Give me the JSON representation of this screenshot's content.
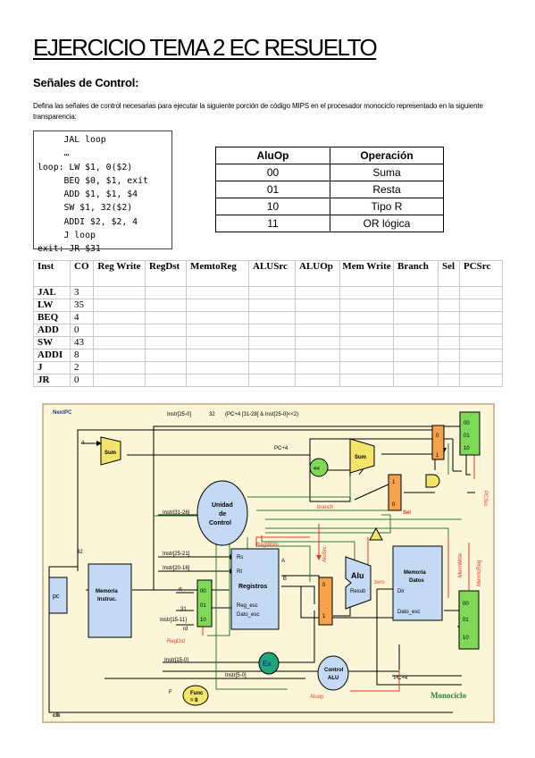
{
  "title": "EJERCICIO TEMA 2 EC RESUELTO",
  "subtitle": "Señales de Control:",
  "paragraph": "Defina las señales de control necesarias para ejecutar la siguiente porción de código MIPS en el procesador monociclo representado en la siguiente transparencia:",
  "code_lines": [
    "     JAL loop",
    "     …",
    "loop: LW $1, 0($2)",
    "     BEQ $0, $1, exit",
    "     ADD $1, $1, $4",
    "     SW $1, 32($2)",
    "     ADDI $2, $2, 4",
    "     J loop",
    "exit: JR $31"
  ],
  "aluop_table": {
    "headers": [
      "AluOp",
      "Operación"
    ],
    "rows": [
      [
        "00",
        "Suma"
      ],
      [
        "01",
        "Resta"
      ],
      [
        "10",
        "Tipo R"
      ],
      [
        "11",
        "OR lógica"
      ]
    ]
  },
  "control_table": {
    "headers": [
      "Inst",
      "CO",
      "Reg Write",
      "RegDst",
      "MemtoReg",
      "ALUSrc",
      "ALUOp",
      "Mem Write",
      "Branch",
      "Sel",
      "PCSrc"
    ],
    "rows": [
      [
        "JAL",
        "3"
      ],
      [
        "LW",
        "35"
      ],
      [
        "BEQ",
        "4"
      ],
      [
        "ADD",
        "0"
      ],
      [
        "SW",
        "43"
      ],
      [
        "ADDI",
        "8"
      ],
      [
        "J",
        "2"
      ],
      [
        "JR",
        "0"
      ]
    ]
  },
  "diagram": {
    "labels": {
      "nextpc": "NextPC",
      "instr25_0": "Instr[25-0]",
      "n32": "32",
      "pc4_concat": "(PC+4 [31-28] & Inst[25-0]<<2)",
      "four": "4",
      "sum": "Sum",
      "pc4": "PC+4",
      "shift": "<<",
      "unidad1": "Unidad",
      "unidad2": "de",
      "unidad3": "Control",
      "instr31_26": "Instr[31-26]",
      "branch": "branch",
      "sel": "Sel",
      "regwrite": "RegWrite",
      "alusrc": "AluSrc",
      "memwrite": "MemWrite",
      "memtoreg": "MemtoReg",
      "pcsrc": "PCSrc",
      "instr25_21": "Instr[25-21]",
      "instr20_16": "Instr[20-16]",
      "rs": "Rs",
      "rt": "Rt",
      "rd": "rd",
      "rt_small": "rt",
      "thirtyone": "31",
      "registros": "Registros",
      "reg_esc": "Reg_esc",
      "dato_esc": "Dato_esc",
      "instr15_11": "Instr[15-11]",
      "regdst": "RegDst",
      "a": "A",
      "b": "B",
      "alu": "Alu",
      "result": "Result",
      "zero": "zero",
      "mem1": "Memoria",
      "mem2": "Datos",
      "dir": "Dir",
      "dato_esc2": "Dato_esc",
      "memi1": "Memoria",
      "memi2": "Instruc.",
      "pc": "pc",
      "instr15_0": "Instr[15-0]",
      "ex": "Ex",
      "instr5_0": "Instr[5-0]",
      "ctrlalu1": "Control",
      "ctrlalu2": "ALU",
      "aluop": "Aluop",
      "f": "F",
      "func1": "Func",
      "func2": "= 8",
      "pc4b": "PC+4",
      "monociclo": "Monociclo",
      "clk": "clk",
      "m0": "0",
      "m1": "1",
      "m00": "00",
      "m01": "01",
      "m10": "10"
    },
    "colors": {
      "background": "#fcf5d8",
      "border": "#d4b89a",
      "green": "#7ed957",
      "orange": "#f5a24a",
      "yellow": "#f3e46a",
      "blue": "#c3d9f4",
      "teal": "#1fa77a",
      "red": "#e03a2a",
      "control_line": "#2e7d32"
    }
  }
}
